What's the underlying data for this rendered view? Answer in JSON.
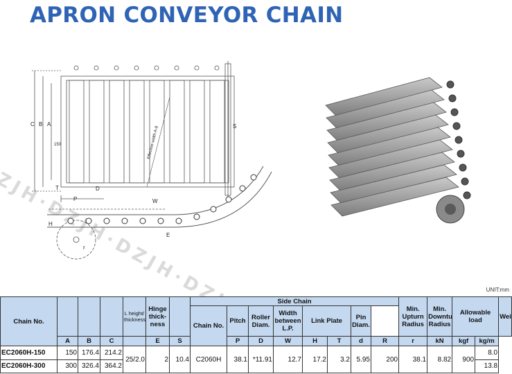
{
  "title": "APRON CONVEYOR CHAIN",
  "watermark": "DZJH·DZJH·DZJH·DZJH",
  "unit_label": "UNIT:mm",
  "drawing": {
    "dim_c": "C",
    "dim_b": "B",
    "dim_a": "A",
    "dim_150": "150",
    "dim_s": "S",
    "dim_t": "T",
    "dim_p": "P",
    "dim_w": "W",
    "dim_d": "D",
    "dim_h": "H",
    "dim_e": "E",
    "dim_r": "r",
    "effective_width": "Effective width A-8"
  },
  "table": {
    "headers": {
      "chain_no": "Chain No.",
      "a": "A",
      "b": "B",
      "c": "C",
      "l_height": "L height/ thickness",
      "hinge": "Hinge thick- ness",
      "e": "E",
      "s": "S",
      "side_chain": "Side Chain",
      "side_chain_no": "Chain No.",
      "pitch": "Pitch",
      "pitch_sym": "P",
      "roller": "Roller Diam.",
      "roller_sym": "D",
      "width_lp": "Width between L.P.",
      "width_sym": "W",
      "link_plate": "Link Plate",
      "h": "H",
      "t": "T",
      "pin": "Pin Diam.",
      "pin_sym": "d",
      "upturn": "Min. Upturn Radius",
      "upturn_sym": "R",
      "downturn": "Min. Downturn Radius",
      "downturn_sym": "r",
      "allowable": "Allowable load",
      "kn": "kN",
      "kgf": "kgf",
      "weight": "Weight",
      "kgm": "kg/m"
    },
    "rows": [
      {
        "chain_no": "EC2060H-150",
        "a": "150",
        "b": "176.4",
        "c": "214.2",
        "weight": "8.0"
      },
      {
        "chain_no": "EC2060H-300",
        "a": "300",
        "b": "326.4",
        "c": "364.2",
        "weight": "13.8"
      }
    ],
    "shared": {
      "l_height": "25/2.0",
      "e": "2",
      "s": "10.4",
      "side_chain_no": "C2060H",
      "pitch": "38.1",
      "roller": "*11.91",
      "width": "12.7",
      "h": "17.2",
      "t": "3.2",
      "pin": "5.95",
      "upturn": "200",
      "downturn": "38.1",
      "kn": "8.82",
      "kgf": "900"
    }
  }
}
